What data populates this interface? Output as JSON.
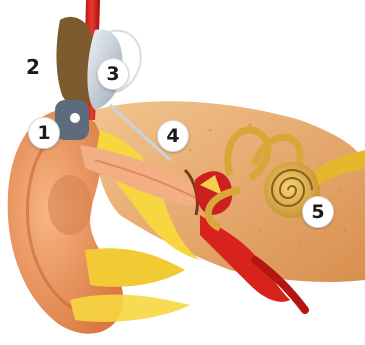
{
  "labels": {
    "one": "1",
    "two": "2",
    "three": "3",
    "four": "4",
    "five": "5"
  },
  "colors": {
    "skin": "#f3a06a",
    "skin_dark": "#d97a45",
    "cartilage": "#f5d23a",
    "bone": "#efc98e",
    "tissue": "#e8b27c",
    "vessel": "#d21a1a",
    "device": "#c9d3dc",
    "cochlea": "#d9a63a",
    "label_bg": "#ffffff"
  },
  "icons": [
    "hearing-aid-device",
    "cochlea",
    "ossicles",
    "ear-canal"
  ]
}
